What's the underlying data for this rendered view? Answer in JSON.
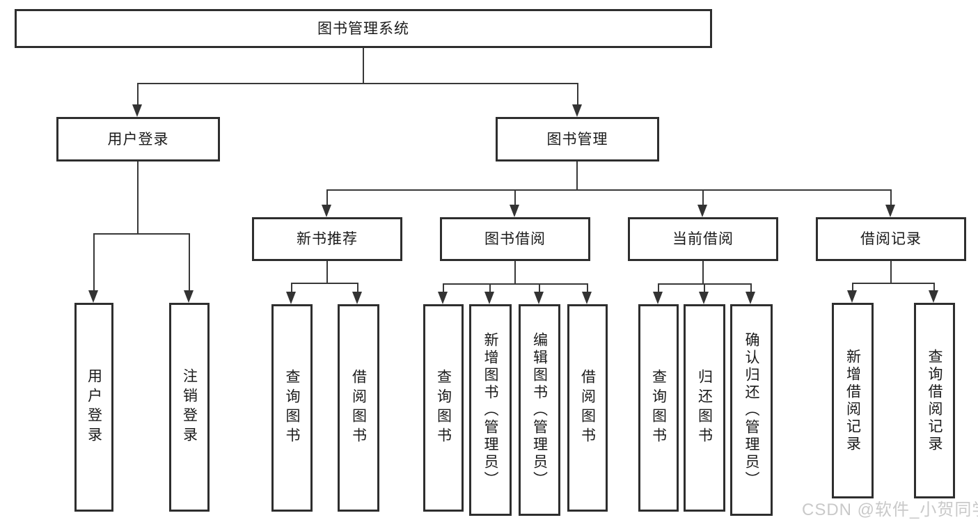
{
  "title": "图书管理系统",
  "colors": {
    "background": "#ffffff",
    "box_border": "#2e2e2e",
    "connector_line": "#383838",
    "text": "#1a1a1a",
    "watermark": "#c9c9c9"
  },
  "watermark": "CSDN @软件_小贺同学",
  "tree": {
    "root": {
      "label": "图书管理系统"
    },
    "children": [
      {
        "label": "用户登录",
        "children": [
          {
            "label": "用户登录"
          },
          {
            "label": "注销登录"
          }
        ]
      },
      {
        "label": "图书管理",
        "children": [
          {
            "label": "新书推荐",
            "children": [
              {
                "label": "查询图书"
              },
              {
                "label": "借阅图书"
              }
            ]
          },
          {
            "label": "图书借阅",
            "children": [
              {
                "label": "查询图书"
              },
              {
                "label": "新增图书（管理员）"
              },
              {
                "label": "编辑图书（管理员）"
              },
              {
                "label": "借阅图书"
              }
            ]
          },
          {
            "label": "当前借阅",
            "children": [
              {
                "label": "查询图书"
              },
              {
                "label": "归还图书"
              },
              {
                "label": "确认归还（管理员）"
              }
            ]
          },
          {
            "label": "借阅记录",
            "children": [
              {
                "label": "新增借阅记录"
              },
              {
                "label": "查询借阅记录"
              }
            ]
          }
        ]
      }
    ]
  }
}
